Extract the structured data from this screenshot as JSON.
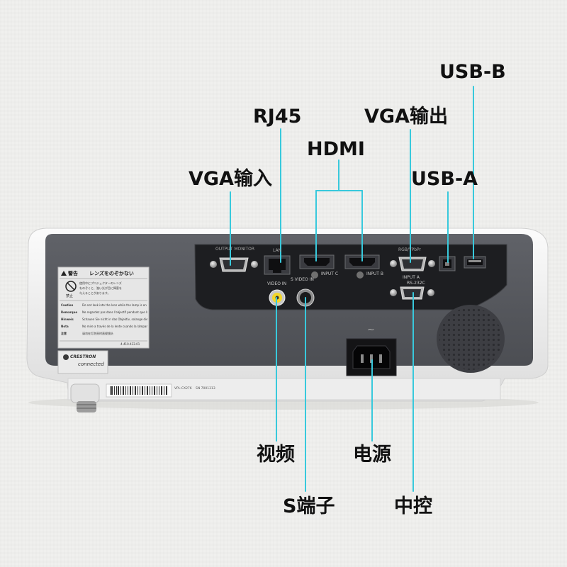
{
  "colors": {
    "leader_line": "#38c9dc",
    "panel_dark": "#55575c",
    "chassis_white": "#f4f4f4"
  },
  "callouts": {
    "usb_b": "USB-B",
    "rj45": "RJ45",
    "vga_out": "VGA输出",
    "hdmi": "HDMI",
    "vga_in": "VGA输入",
    "usb_a": "USB-A",
    "video": "视频",
    "power": "电源",
    "s_video": "S端子",
    "control": "中控"
  },
  "panel_labels": {
    "output_monitor": "OUTPUT MONITOR",
    "lan": "LAN",
    "rgb_ypbpr": "RGB/YPbPr",
    "input_c": "INPUT C",
    "input_b": "INPUT B",
    "input_a": "INPUT A",
    "rs232c": "RS-232C",
    "video_in": "VIDEO IN",
    "s_video_in": "S VIDEO IN",
    "ac_symbol": "~"
  },
  "warning_label": {
    "title": "警告",
    "headline": "レンズをのぞかない",
    "line1": "使用中にプロジェクターのレンズ",
    "line2": "をのぞくと、強い光が目に障害を",
    "line3": "与えることがあります。",
    "prohibit": "禁止",
    "rows": [
      {
        "lang": "Caution",
        "text": "Do not look into the lens while the lamp is on"
      },
      {
        "lang": "Remarque",
        "text": "Ne regardez pas dans l'objectif pendant que la"
      },
      {
        "lang": "Hinweis",
        "text": "Schauen Sie nicht in das Objektiv, solange die"
      },
      {
        "lang": "Nota",
        "text": "No mire a través de la lente cuando la lámpara"
      },
      {
        "lang": "注意",
        "text": "请勿在灯泡亮时直视镜头"
      }
    ],
    "part_number": "4-410-433-01"
  },
  "crestron": {
    "brand": "CRESTRON",
    "tagline": "connected"
  },
  "serial_label": {
    "model": "VPL-CX276",
    "serial": "SN 7001313"
  }
}
